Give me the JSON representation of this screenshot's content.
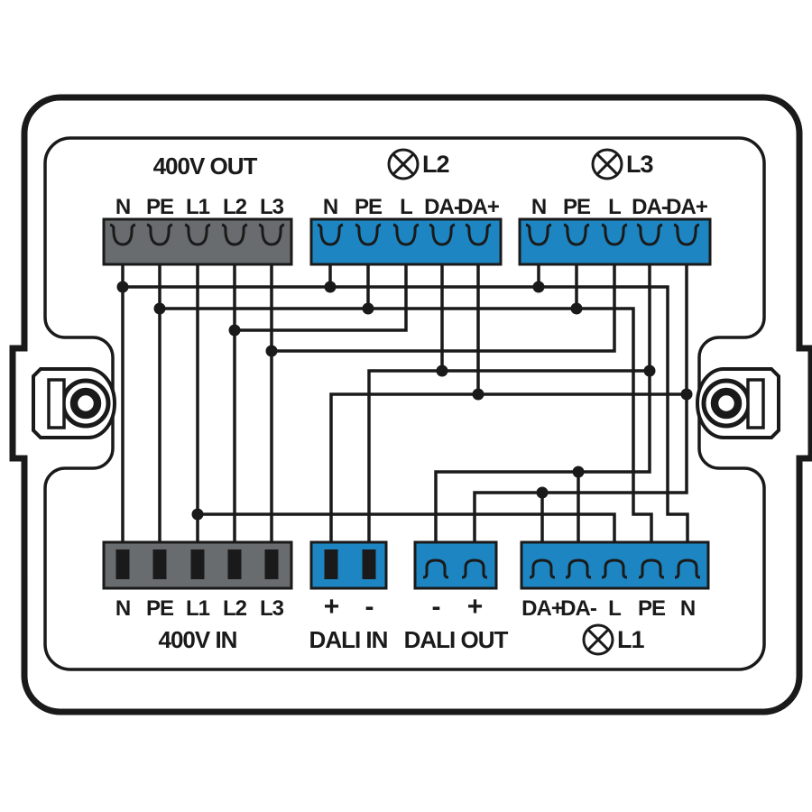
{
  "colors": {
    "power_block": "#686c6e",
    "dali_block": "#1d86c2",
    "wire": "#1a1a1a",
    "enclosure": "#1a1a1a",
    "background": "#ffffff"
  },
  "blocks": [
    {
      "id": "out-400v",
      "title": "400V OUT",
      "icon": null,
      "terminals": [
        "N",
        "PE",
        "L1",
        "L2",
        "L3"
      ],
      "kind": "power_block",
      "connector": "fork",
      "labels_side": "top"
    },
    {
      "id": "lamp-l2",
      "title": "L2",
      "icon": "lamp-icon",
      "terminals": [
        "N",
        "PE",
        "L",
        "DA-",
        "DA+"
      ],
      "kind": "dali_block",
      "connector": "fork",
      "labels_side": "top"
    },
    {
      "id": "lamp-l3",
      "title": "L3",
      "icon": "lamp-icon",
      "terminals": [
        "N",
        "PE",
        "L",
        "DA-",
        "DA+"
      ],
      "kind": "dali_block",
      "connector": "fork",
      "labels_side": "top"
    },
    {
      "id": "in-400v",
      "title": "400V IN",
      "icon": null,
      "terminals": [
        "N",
        "PE",
        "L1",
        "L2",
        "L3"
      ],
      "kind": "power_block",
      "connector": "pin",
      "labels_side": "bottom"
    },
    {
      "id": "dali-in",
      "title": "DALI IN",
      "icon": null,
      "terminals": [
        "+",
        "-"
      ],
      "kind": "dali_block",
      "connector": "pin",
      "labels_side": "bottom"
    },
    {
      "id": "dali-out",
      "title": "DALI OUT",
      "icon": null,
      "terminals": [
        "-",
        "+"
      ],
      "kind": "dali_block",
      "connector": "arc",
      "labels_side": "bottom"
    },
    {
      "id": "lamp-l1",
      "title": "L1",
      "icon": "lamp-icon",
      "terminals": [
        "DA+",
        "DA-",
        "L",
        "PE",
        "N"
      ],
      "kind": "dali_block",
      "connector": "arc",
      "labels_side": "bottom"
    }
  ]
}
